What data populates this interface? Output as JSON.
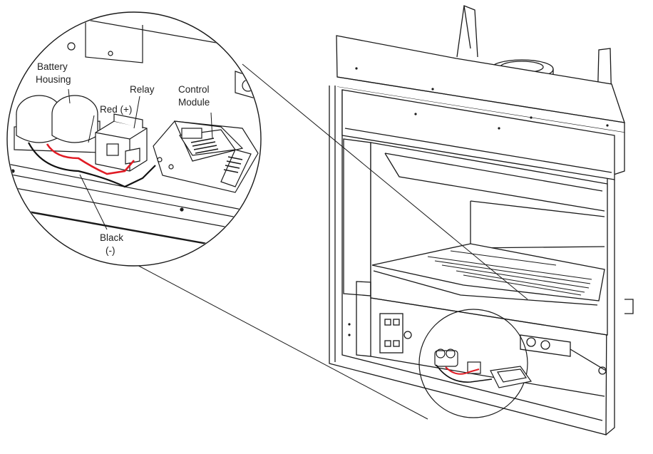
{
  "colors": {
    "line": "#1a1a1a",
    "red_wire": "#e01b24",
    "black_wire": "#111111",
    "background": "#ffffff"
  },
  "labels": {
    "battery_housing": [
      "Battery",
      "Housing"
    ],
    "relay": "Relay",
    "control_module": [
      "Control",
      "Module"
    ],
    "red_wire": "Red (+)",
    "black_wire": [
      "Black",
      "(-)"
    ]
  }
}
